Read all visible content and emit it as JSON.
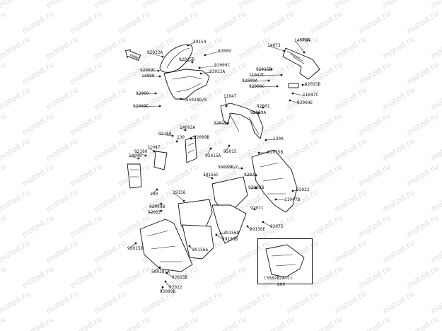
{
  "watermark": "motod.ru",
  "front_arrow": "FRONT",
  "footnote": "*2911",
  "inset": {
    "label": "(55028/A~C)",
    "sub": "800"
  },
  "labels": [
    "39154",
    "92022A",
    "92009",
    "92015B",
    "92009C",
    "92022A",
    "92009C",
    "14090",
    "92009",
    "92009C",
    "55028D/E",
    "14073",
    "14073A",
    "92015B",
    "11047C",
    "92009A",
    "92009C",
    "92015B",
    "11047C",
    "92009E",
    "11047",
    "92001",
    "92009A",
    "92015",
    "92160",
    "14092A",
    "92009B",
    "130",
    "11047",
    "92160",
    "14090",
    "92015A",
    "92015",
    "92015B",
    "130A",
    "55028B/C",
    "92071",
    "11047B",
    "130",
    "92009B",
    "92022",
    "39156C",
    "39156",
    "92009B",
    "92022",
    "39156E",
    "92071",
    "92075",
    "92015B",
    "39156B",
    "39156D",
    "39156A",
    "92015B",
    "55028/A",
    "92022",
    "92009B"
  ]
}
